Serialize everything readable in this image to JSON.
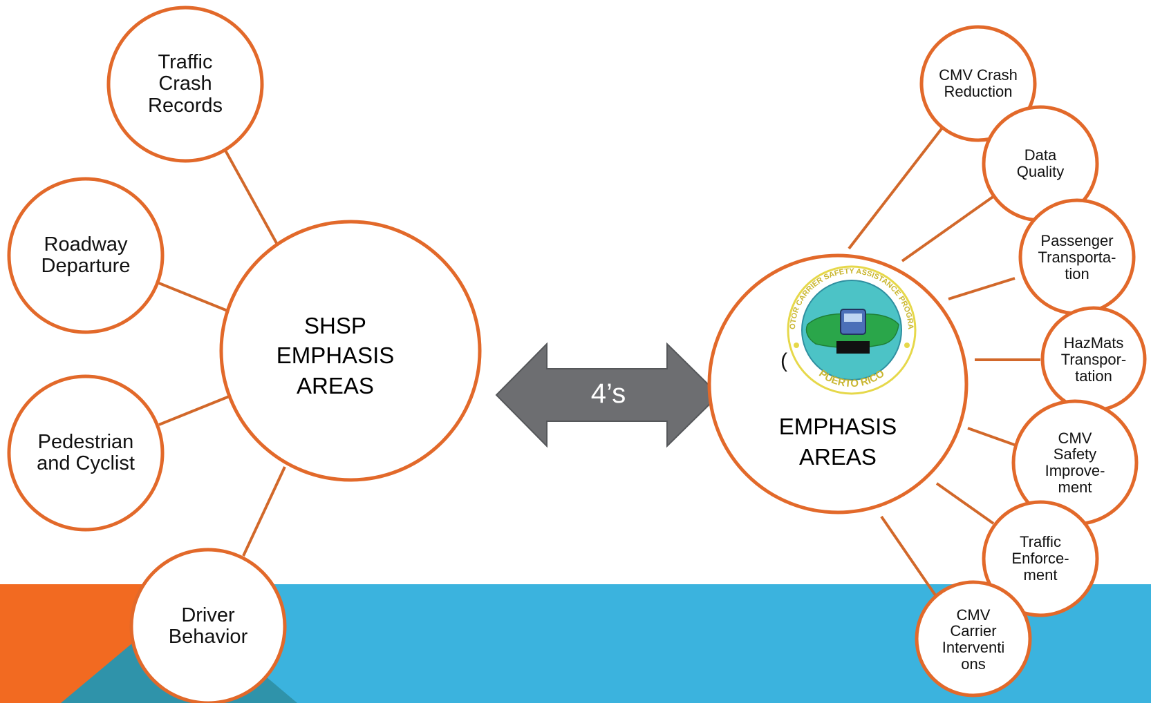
{
  "colors": {
    "accent_orange": "#E2692A",
    "band_orange": "#F26A21",
    "band_blue": "#3BB3DE",
    "band_teal": "#2F93AA",
    "arrow_gray": "#6D6E71",
    "logo_teal": "#4CC3C6",
    "logo_green": "#2AA64A",
    "logo_yellow": "#E6D84A"
  },
  "left": {
    "hub": "SHSP\nEMPHASIS\nAREAS",
    "nodes": [
      "Traffic\nCrash\nRecords",
      "Roadway\nDeparture",
      "Pedestrian\nand Cyclist",
      "Driver\nBehavior"
    ]
  },
  "connector": {
    "label": "4’s"
  },
  "right": {
    "hub": "EMPHASIS\nAREAS",
    "partial_char": "(",
    "logo": {
      "top_text": "MOTOR CARRIER SAFETY ASSISTANCE PROGRAM",
      "bottom_text": "PUERTO RICO"
    },
    "nodes": [
      "CMV Crash\nReduction",
      "Data\nQuality",
      "Passenger\nTransporta-\ntion",
      "HazMats\nTranspor-\ntation",
      "CMV\nSafety\nImprove-\nment",
      "Traffic\nEnforce-\nment",
      "CMV\nCarrier\nInterventi\nons"
    ]
  }
}
